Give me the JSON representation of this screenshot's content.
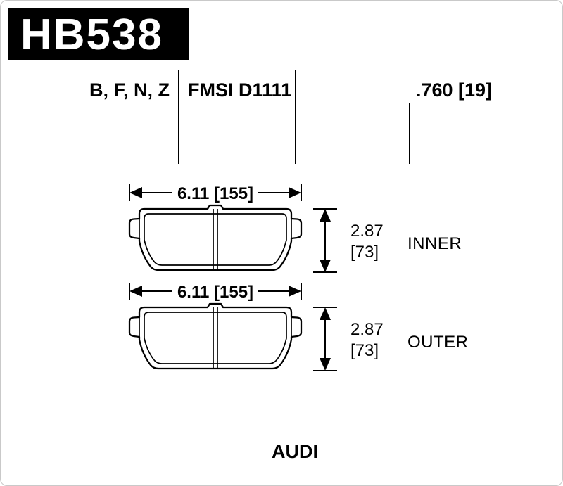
{
  "header": {
    "part_number": "HB538",
    "compounds": "B, F, N, Z",
    "fmsi": "FMSI D1111",
    "pad_thickness": ".760 [19]"
  },
  "pads": [
    {
      "position_label": "INNER",
      "width_dim": "6.11 [155]",
      "thickness_in": "2.87",
      "thickness_mm": "[73]"
    },
    {
      "position_label": "OUTER",
      "width_dim": "6.11 [155]",
      "thickness_in": "2.87",
      "thickness_mm": "[73]"
    }
  ],
  "vehicle": "AUDI",
  "colors": {
    "banner_bg": "#000000",
    "banner_text": "#ffffff",
    "line_color": "#000000"
  }
}
